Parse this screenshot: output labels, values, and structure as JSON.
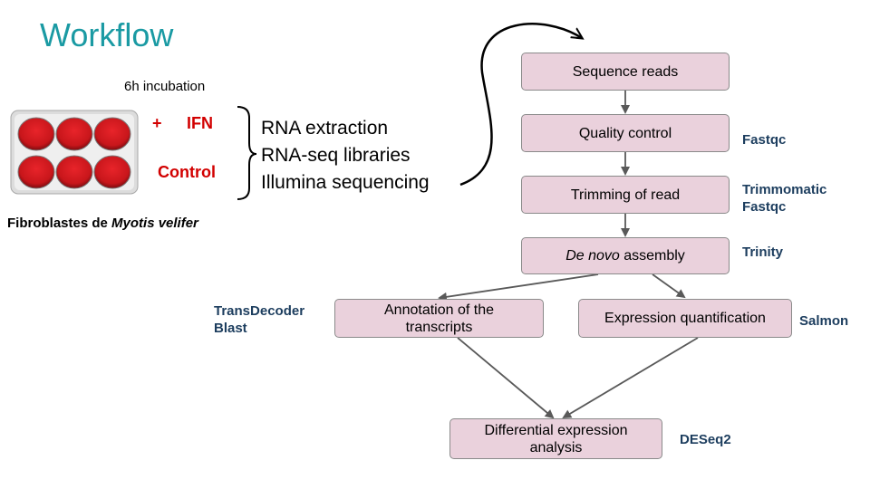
{
  "title": "Workflow",
  "experiment": {
    "incubation": "6h incubation",
    "plus_sign": "+",
    "treatment": "IFN",
    "control": "Control",
    "steps": [
      "RNA extraction",
      "RNA-seq libraries",
      "Illumina sequencing"
    ],
    "caption_prefix": "Fibroblastes de ",
    "caption_species": "Myotis velifer"
  },
  "pipeline": {
    "sequence_reads": "Sequence reads",
    "quality_control": "Quality control",
    "trimming": "Trimming of read",
    "assembly_italic": "De novo",
    "assembly_rest": " assembly",
    "annotation": "Annotation of the transcripts",
    "quantification": "Expression quantification",
    "differential": "Differential expression analysis"
  },
  "tools": {
    "fastqc": "Fastqc",
    "trimmomatic_1": "Trimmomatic",
    "trimmomatic_2": "Fastqc",
    "trinity": "Trinity",
    "transdecoder_1": "TransDecoder",
    "transdecoder_2": "Blast",
    "salmon": "Salmon",
    "deseq2": "DESeq2"
  },
  "colors": {
    "title": "#1a9aa3",
    "treatment": "#d20000",
    "box_fill": "#ead1dc",
    "tool_text": "#1c3d5e",
    "well_red": "#c8161b"
  },
  "icons": {
    "plate": "six-well-plate-icon"
  }
}
